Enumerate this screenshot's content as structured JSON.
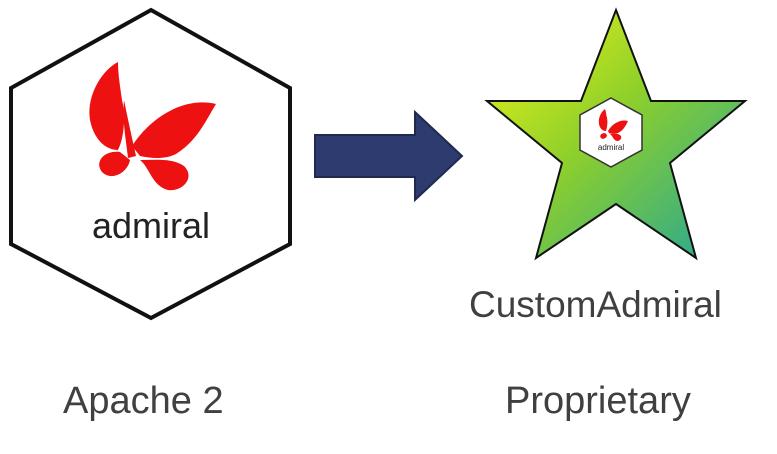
{
  "source": {
    "logo_text": "admiral",
    "license": "Apache 2"
  },
  "target": {
    "logo_text": "admiral",
    "name": "CustomAdmiral",
    "license": "Proprietary"
  },
  "colors": {
    "butterfly": "#ee1111",
    "hex_border": "#111111",
    "arrow_fill": "#2e3b6e",
    "arrow_stroke": "#1f2a52",
    "star_gradient_start": "#eef21a",
    "star_gradient_mid": "#7ccc2e",
    "star_gradient_end": "#22a89a",
    "label_text": "#404040"
  }
}
